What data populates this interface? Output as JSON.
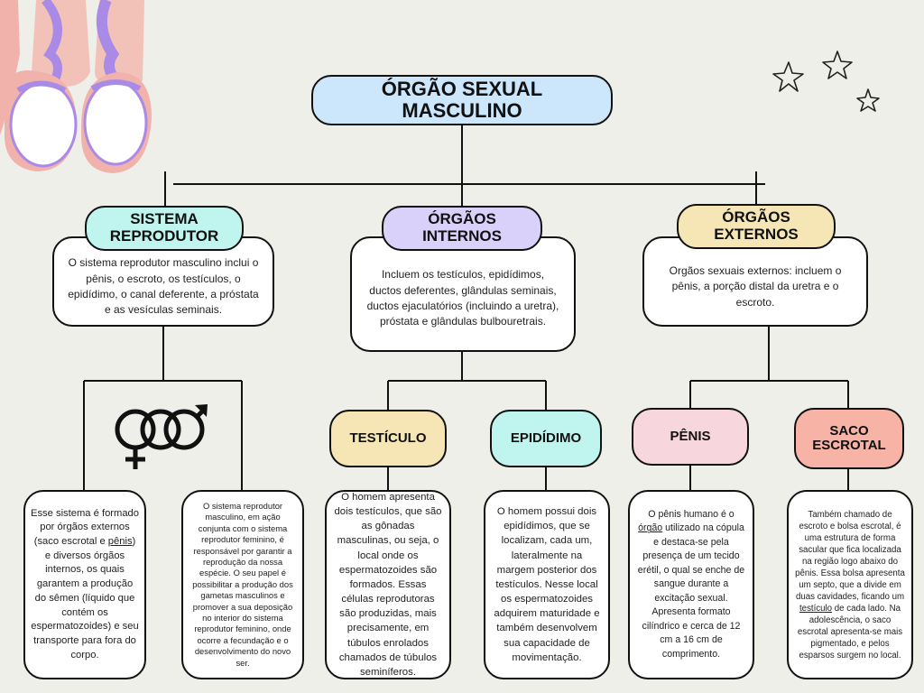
{
  "colors": {
    "background": "#efefe9",
    "root": "#cce7fb",
    "sistema": "#bff5ee",
    "internos": "#d9d1fa",
    "externos": "#f6e6b6",
    "testiculo": "#f6e6b6",
    "epididimo": "#bff5ee",
    "penis": "#f7d7dd",
    "saco": "#f7b3a6"
  },
  "root": {
    "line1": "ÓRGÃO SEXUAL",
    "line2": "MASCULINO"
  },
  "branches": {
    "sistema": {
      "title1": "SISTEMA",
      "title2": "REPRODUTOR",
      "text": "O sistema reprodutor masculino inclui o pênis, o escroto, os testículos, o epidídimo, o canal deferente, a próstata e as vesículas seminais."
    },
    "internos": {
      "title1": "ÓRGÃOS",
      "title2": "INTERNOS",
      "text": "Incluem os testículos, epidídimos, ductos deferentes, glândulas seminais, ductos ejaculatórios (incluindo a uretra), próstata e glândulas bulboure­trais."
    },
    "externos": {
      "title1": "ÓRGÃOS",
      "title2": "EXTERNOS",
      "text": "Orgãos sexuais externos: incluem o pênis, a porção distal da uretra e o escroto."
    }
  },
  "leaves": {
    "testiculo": {
      "title": "TESTÍCULO"
    },
    "epididimo": {
      "title": "EPIDÍDIMO"
    },
    "penis": {
      "title": "PÊNIS"
    },
    "saco": {
      "title1": "SACO",
      "title2": "ESCROTAL"
    }
  },
  "details": {
    "sistema_left": {
      "pre": "Esse sistema é formado por órgãos externos (saco escrotal e ",
      "link": "pênis",
      "post": ") e diversos órgãos internos, os quais garantem a produção do sêmen (líquido que contém os espermatozoides) e seu transporte para fora do corpo."
    },
    "sistema_right": "O sistema reprodutor masculino, em ação conjunta com o sistema reprodutor feminino, é responsável por garantir a reprodução da nossa espécie. O seu papel é possibilitar a produção dos gametas masculinos e promover a sua deposição no interior do sistema reprodutor feminino, onde ocorre a fecundação e o desenvolvimento do novo ser.",
    "testiculo": "O homem apresenta dois testículos, que são as gônadas masculinas, ou seja, o local onde os espermatozoides são formados. Essas células reprodutoras são produzidas, mais precisamente, em túbulos enrolados chamados de túbulos seminíferos.",
    "epididimo": "O homem possui dois epidídimos, que se localizam, cada um, lateralmente na margem posterior dos testículos. Nesse local os espermatozoides adquirem maturidade e também desenvolvem sua capacidade de movimentação.",
    "penis": {
      "pre": "O pênis humano é o ",
      "link": "órgão",
      "post": " utilizado na cópula e destaca-se pela presença de um tecido erétil, o qual se enche de sangue durante a excitação sexual. Apresenta formato cilíndrico e cerca de 12 cm a 16 cm de comprimento."
    },
    "saco": {
      "pre": "Também chamado de escroto e bolsa escrotal, é uma estrutura de forma sacular que fica localizada na região logo abaixo do pênis. Essa bolsa apresenta um septo, que a divide em duas cavidades, ficando um ",
      "link": "testículo",
      "post": " de cada lado. Na adolescência, o saco escrotal apresenta-se mais pigmentado, e pelos esparsos surgem no local."
    }
  },
  "icons": {
    "illustration": "testes-illustration-icon",
    "symbol": "gender-symbols-icon",
    "stars": "stars-icon"
  }
}
